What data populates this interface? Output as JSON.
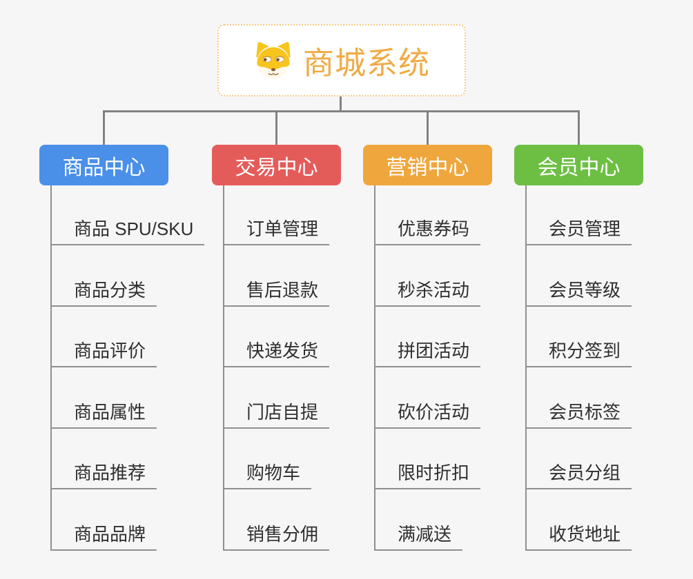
{
  "page": {
    "background": "#f6f6f6",
    "connector_color": "#828282"
  },
  "root_node": {
    "title": "商城系统",
    "title_color": "#f0ab45",
    "border_color": "#f8ca7e",
    "icon": "shiba-dog-icon"
  },
  "branches": [
    {
      "id": "product-center",
      "label": "商品中心",
      "color": "#4a8fe8",
      "items": [
        "商品 SPU/SKU",
        "商品分类",
        "商品评价",
        "商品属性",
        "商品推荐",
        "商品品牌"
      ]
    },
    {
      "id": "trade-center",
      "label": "交易中心",
      "color": "#e45c5a",
      "items": [
        "订单管理",
        "售后退款",
        "快递发货",
        "门店自提",
        "购物车",
        "销售分佣"
      ]
    },
    {
      "id": "marketing-center",
      "label": "营销中心",
      "color": "#efa73d",
      "items": [
        "优惠券码",
        "秒杀活动",
        "拼团活动",
        "砍价活动",
        "限时折扣",
        "满减送"
      ]
    },
    {
      "id": "member-center",
      "label": "会员中心",
      "color": "#6dbf44",
      "items": [
        "会员管理",
        "会员等级",
        "积分签到",
        "会员标签",
        "会员分组",
        "收货地址"
      ]
    }
  ]
}
